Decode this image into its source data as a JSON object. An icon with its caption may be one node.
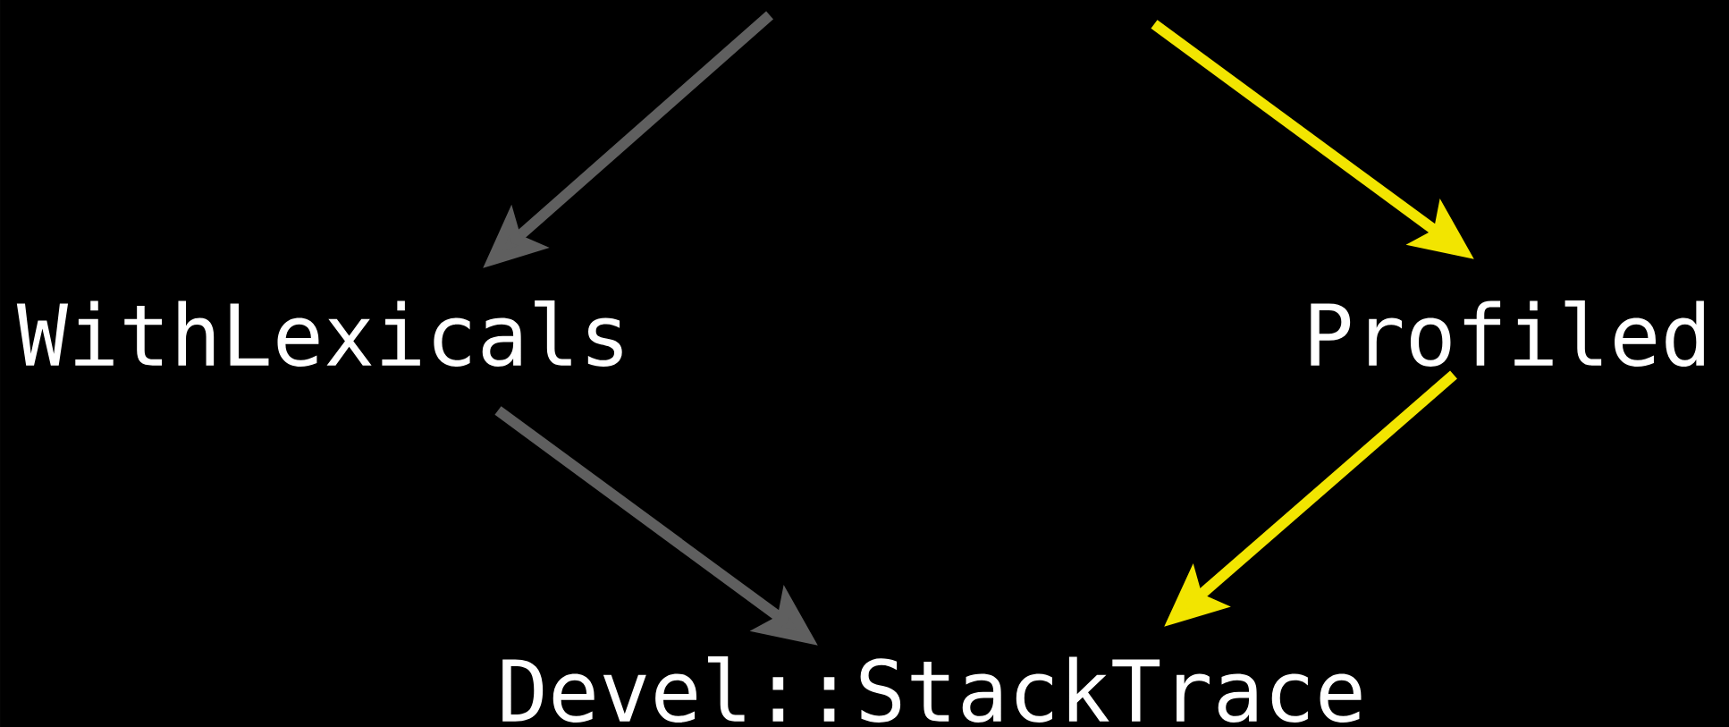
{
  "diagram": {
    "nodes": [
      {
        "text": [
          "WithLexicals"
        ]
      },
      {
        "text": [
          "Profiled"
        ]
      },
      {
        "text": [
          "Devel::StackTrace"
        ]
      }
    ],
    "edges": [
      {
        "from": null,
        "to": 0,
        "arrow": "to",
        "color": "#5f5f5f"
      },
      {
        "from": null,
        "to": 1,
        "arrow": "to",
        "color": "#f2e500"
      },
      {
        "from": 0,
        "to": 2,
        "arrow": "to",
        "color": "#5f5f5f"
      },
      {
        "from": 1,
        "to": 2,
        "arrow": "to",
        "color": "#f2e500"
      }
    ]
  }
}
